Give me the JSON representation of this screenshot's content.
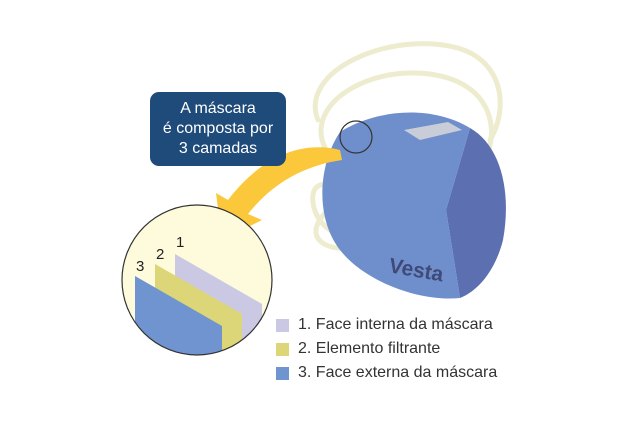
{
  "callout": {
    "line1": "A máscara",
    "line2": "é composta por",
    "line3": "3 camadas"
  },
  "brand": "Vesta",
  "layers": [
    {
      "number": "1",
      "label": "1. Face interna da máscara",
      "color": "#cbc8e4"
    },
    {
      "number": "2",
      "label": "2. Elemento filtrante",
      "color": "#dcd679"
    },
    {
      "number": "3",
      "label": "3. Face externa da máscara",
      "color": "#7094cf"
    }
  ],
  "colors": {
    "mask_front": "#6f8fcc",
    "mask_side": "#5c6fb0",
    "strap": "#eeeccf",
    "arrow": "#fbc83b",
    "callout_bg": "#1f4b7a",
    "magnifier_bg": "#fdfbdc"
  }
}
